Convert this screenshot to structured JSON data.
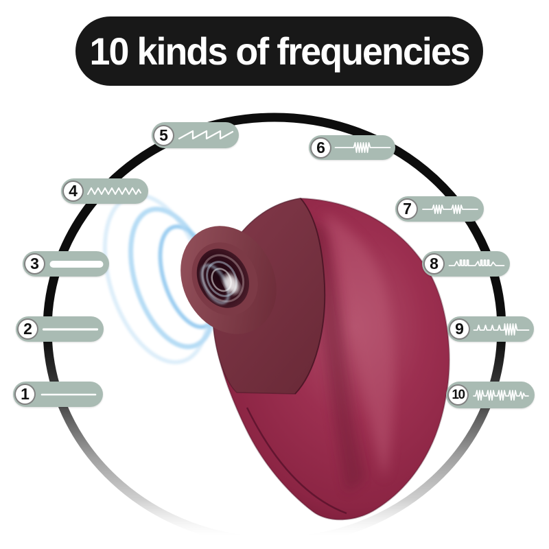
{
  "banner": {
    "title": "10 kinds of frequencies",
    "bg_color": "#181818",
    "text_color": "#ffffff"
  },
  "diagram": {
    "modes": [
      {
        "number": "1",
        "waveform": "thin-line"
      },
      {
        "number": "2",
        "waveform": "thin-line-2"
      },
      {
        "number": "3",
        "waveform": "steady-bar"
      },
      {
        "number": "4",
        "waveform": "zigzag-continuous"
      },
      {
        "number": "5",
        "waveform": "sawtooth"
      },
      {
        "number": "6",
        "waveform": "single-burst"
      },
      {
        "number": "7",
        "waveform": "double-burst"
      },
      {
        "number": "8",
        "waveform": "pulse-groups"
      },
      {
        "number": "9",
        "waveform": "spikes-then-burst"
      },
      {
        "number": "10",
        "waveform": "multi-burst"
      }
    ],
    "pill_color": "#a9bbb3",
    "badge_color": "#ffffff",
    "number_color": "#111111",
    "wave_color": "#ffffff",
    "ring_color": "#0e0e0e",
    "ripple_color": "#8fc8ef",
    "product_color": "#96294a"
  }
}
